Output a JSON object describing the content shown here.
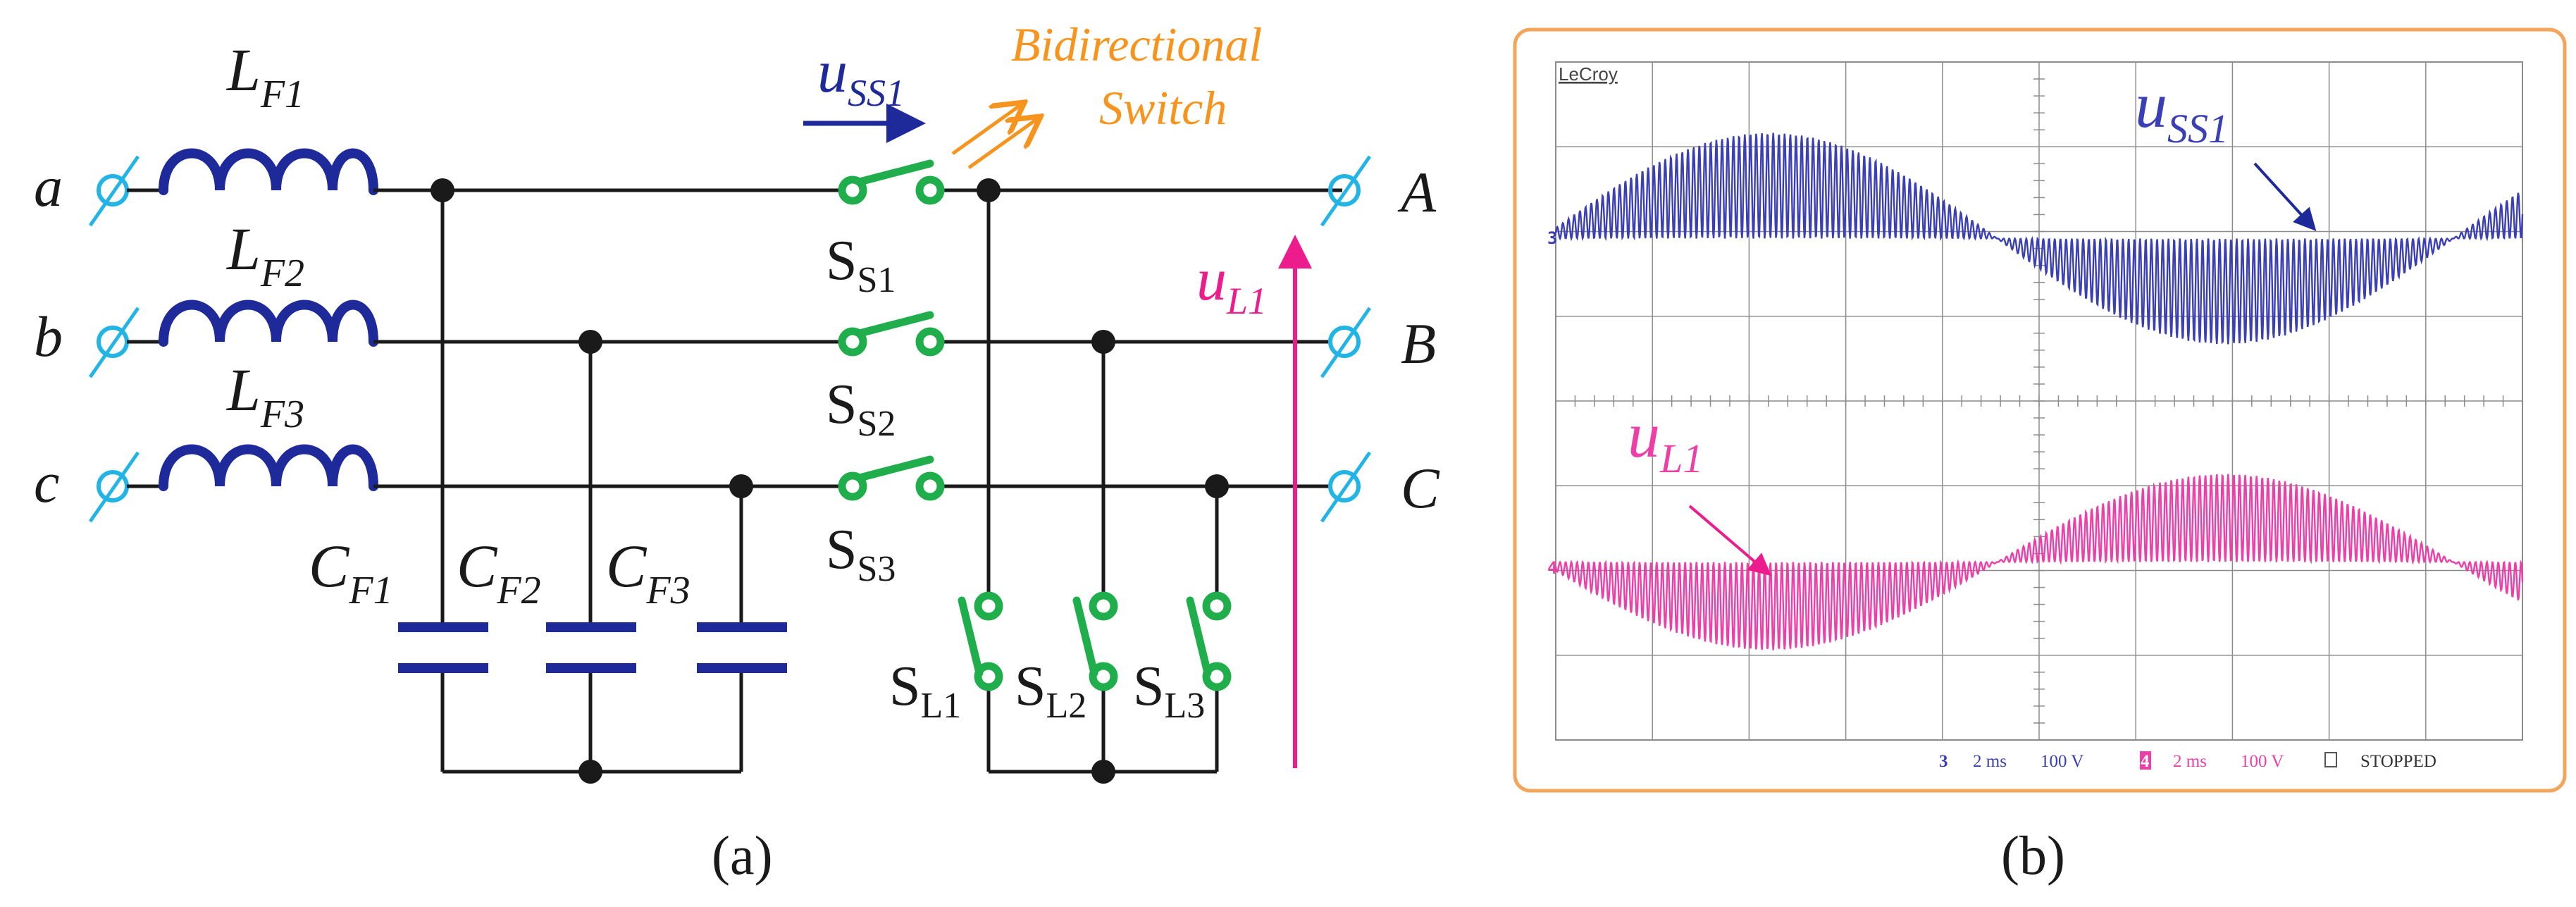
{
  "panel_a": {
    "caption": "(a)",
    "inputs": [
      "a",
      "b",
      "c"
    ],
    "outputs": [
      "A",
      "B",
      "C"
    ],
    "inductors": [
      {
        "main": "L",
        "sub": "F1"
      },
      {
        "main": "L",
        "sub": "F2"
      },
      {
        "main": "L",
        "sub": "F3"
      }
    ],
    "capacitors": [
      {
        "main": "C",
        "sub": "F1"
      },
      {
        "main": "C",
        "sub": "F2"
      },
      {
        "main": "C",
        "sub": "F3"
      }
    ],
    "series_switches": [
      {
        "main": "S",
        "sub": "S1"
      },
      {
        "main": "S",
        "sub": "S2"
      },
      {
        "main": "S",
        "sub": "S3"
      }
    ],
    "load_switches": [
      {
        "main": "S",
        "sub": "L1"
      },
      {
        "main": "S",
        "sub": "L2"
      },
      {
        "main": "S",
        "sub": "L3"
      }
    ],
    "voltage_labels": {
      "uss1": {
        "main": "u",
        "sub": "SS1"
      },
      "ul1": {
        "main": "u",
        "sub": "L1"
      }
    },
    "bidirectional_label": {
      "line1": "Bidirectional",
      "line2": "Switch"
    },
    "colors": {
      "wire": "#1a1a1a",
      "inductor": "#1f2a9a",
      "capacitor": "#1f2a9a",
      "switch": "#1fae4b",
      "terminal": "#23b4e6",
      "uss1_arrow": "#1f2a9a",
      "ul1_arrow": "#ec1c8c",
      "bidirectional": "#f7941d"
    }
  },
  "panel_b": {
    "caption": "(b)",
    "brand": "LeCroy",
    "trace_labels": {
      "uss1": {
        "main": "u",
        "sub": "SS1"
      },
      "ul1": {
        "main": "u",
        "sub": "L1"
      }
    },
    "channel_markers": {
      "ch3": "3",
      "ch4": "4"
    },
    "status": {
      "ch3_id": "3",
      "ch3_time": "2 ms",
      "ch3_volt": "100 V",
      "ch4_id": "4",
      "ch4_time": "2 ms",
      "ch4_volt": "100 V",
      "state": "STOPPED"
    },
    "colors": {
      "frame": "#f3a55a",
      "grid": "#8c8c8c",
      "ch3": "#3b3fb5",
      "ch4": "#ec3fa8"
    }
  }
}
